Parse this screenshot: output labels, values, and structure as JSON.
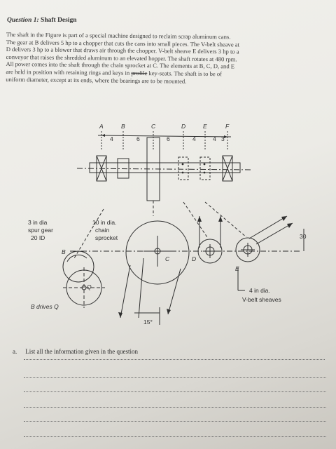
{
  "question": {
    "number": "Question 1:",
    "title": "Shaft Design",
    "paragraph_lines": [
      "The shaft in the Figure is part of a special machine designed to reclaim scrap aluminum cans.",
      "The gear at B delivers 5 hp to a chopper that cuts the cans into small pieces. The V-belt sheave at",
      "D delivers 3 hp to a blower that draws air through the chopper. V-belt sheave E delivers 3 hp to a",
      "conveyor that raises the shredded aluminum to an elevated hopper. The shaft rotates at 480 rpm.",
      "All power comes into the shaft through the chain sprocket at C. The elements at B, C, D, and E",
      "are held in position with retaining rings and keys in "
    ],
    "strike_word": "profile",
    "line6_tail": " key-seats. The shaft is to be of",
    "last_line": "uniform diameter, except at its ends, where the bearings are to be mounted."
  },
  "figure": {
    "points": [
      "A",
      "B",
      "C",
      "D",
      "E",
      "F"
    ],
    "dims": [
      "4",
      "6",
      "6",
      "4",
      "4",
      "3"
    ],
    "gear_label": [
      "3 in dia",
      "spur gear",
      "20 ID"
    ],
    "sprocket_label": [
      "10 in dia.",
      "chain",
      "sprocket"
    ],
    "b_label": "B",
    "c_label": "C",
    "d_label": "D",
    "e_label": "E",
    "q_label": "Q",
    "angle_30": "30",
    "angle_15": "15°",
    "sheave_label": [
      "4 in dia.",
      "V-belt sheaves"
    ],
    "b_drives": "B drives Q"
  },
  "tasks": [
    {
      "letter": "a.",
      "text": "List all the information given in the question"
    }
  ]
}
